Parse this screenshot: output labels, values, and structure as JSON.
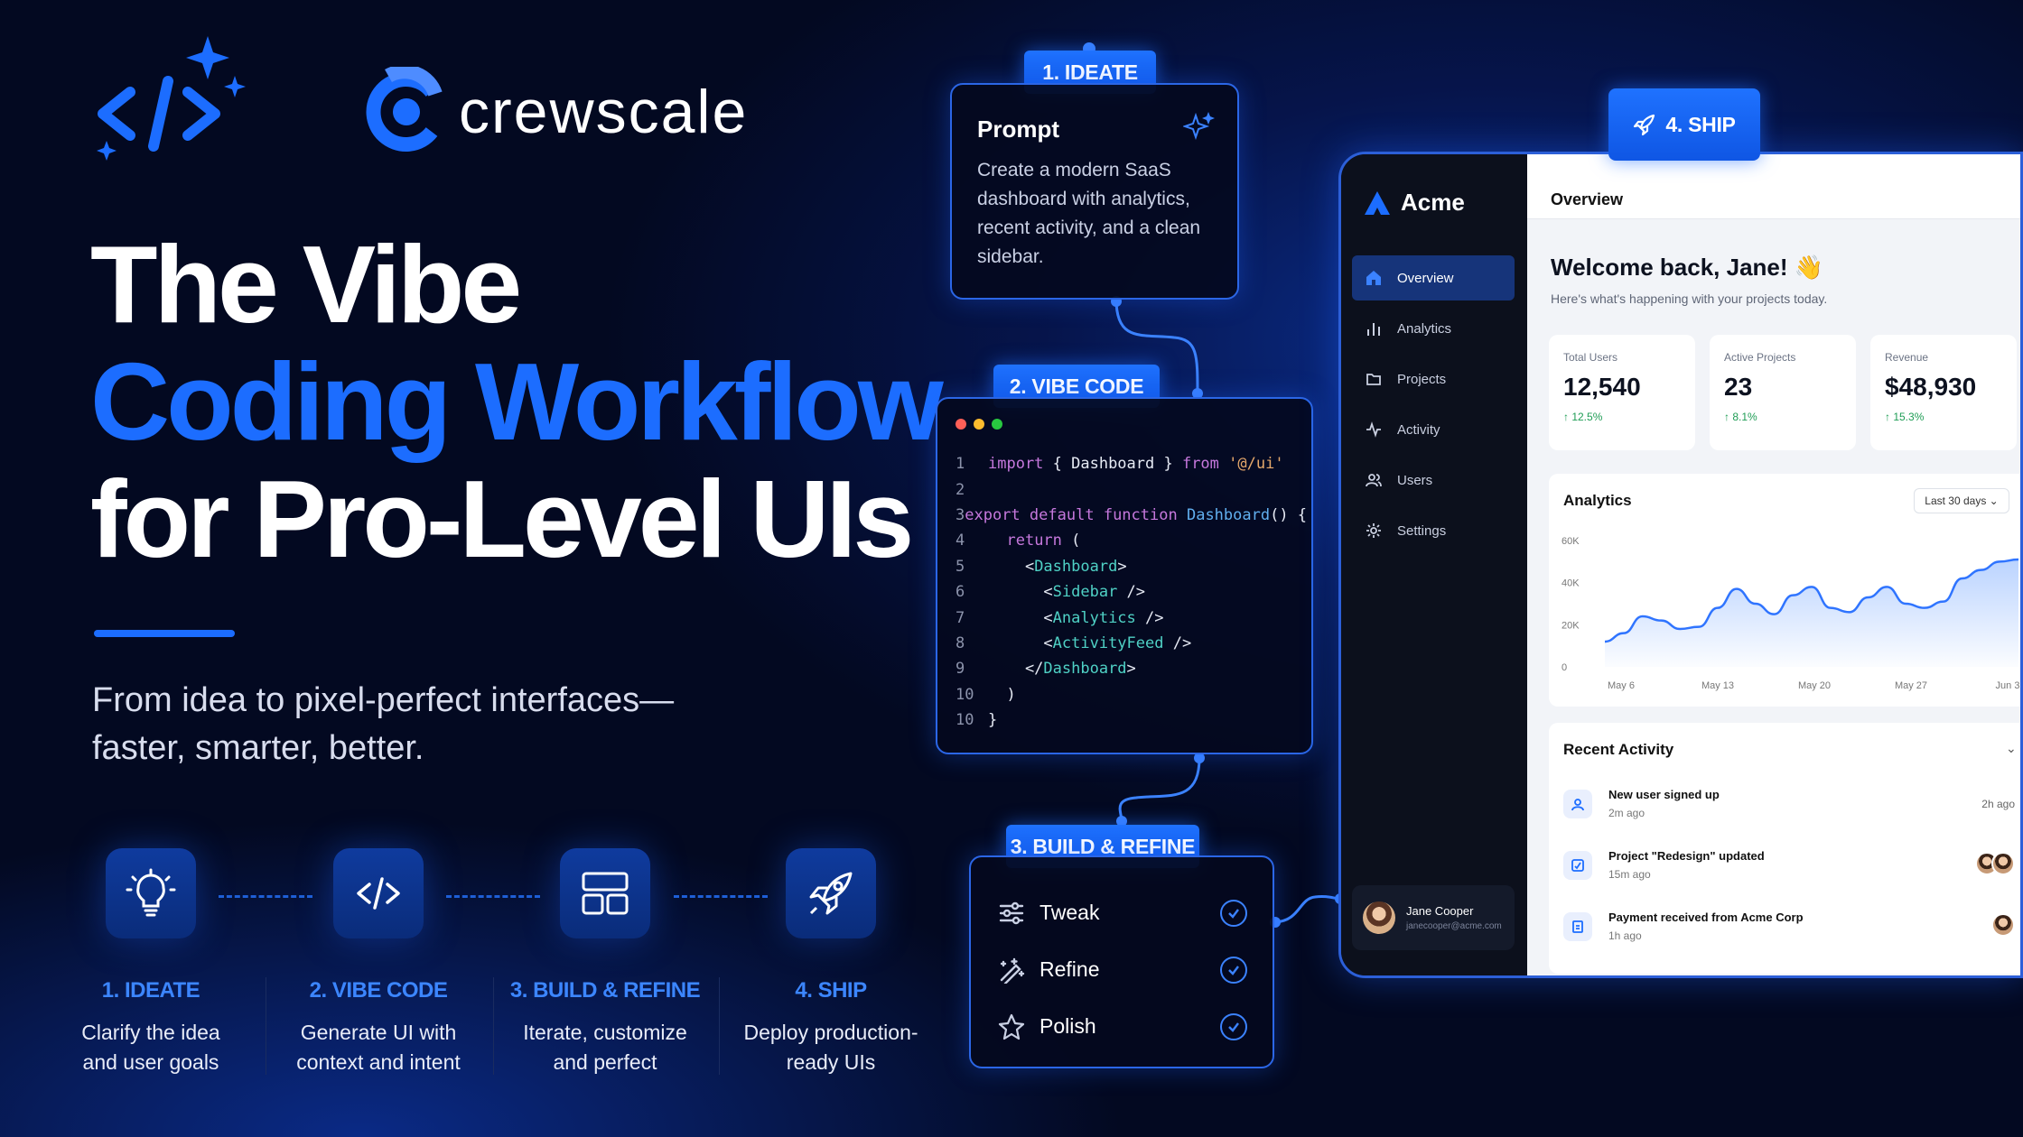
{
  "brand": {
    "name": "crewscale"
  },
  "hero": {
    "line1": "The Vibe",
    "line2": "Coding Workflow",
    "line3": "for Pro-Level UIs",
    "subtitle_line1": "From idea to pixel-perfect interfaces—",
    "subtitle_line2": "faster, smarter, better."
  },
  "steps": [
    {
      "title": "1. IDEATE",
      "desc_line1": "Clarify the idea",
      "desc_line2": "and user goals",
      "icon": "lightbulb-icon"
    },
    {
      "title": "2. VIBE CODE",
      "desc_line1": "Generate UI with",
      "desc_line2": "context and intent",
      "icon": "code-icon"
    },
    {
      "title": "3. BUILD & REFINE",
      "desc_line1": "Iterate, customize",
      "desc_line2": "and perfect",
      "icon": "layout-icon"
    },
    {
      "title": "4. SHIP",
      "desc_line1": "Deploy production-",
      "desc_line2": "ready UIs",
      "icon": "rocket-icon"
    }
  ],
  "workflow": {
    "ideate_label": "1. IDEATE",
    "prompt_title": "Prompt",
    "prompt_text": "Create a modern SaaS dashboard with analytics, recent activity, and a clean sidebar.",
    "vibe_label": "2. VIBE CODE",
    "code_lines": [
      {
        "n": "1",
        "code": "import { Dashboard } from '@/ui'"
      },
      {
        "n": "2",
        "code": ""
      },
      {
        "n": "3",
        "code": "export default function Dashboard() {"
      },
      {
        "n": "4",
        "code": "  return ("
      },
      {
        "n": "5",
        "code": "    <Dashboard>"
      },
      {
        "n": "6",
        "code": "      <Sidebar />"
      },
      {
        "n": "7",
        "code": "      <Analytics />"
      },
      {
        "n": "8",
        "code": "      <ActivityFeed />"
      },
      {
        "n": "9",
        "code": "    </Dashboard>"
      },
      {
        "n": "10",
        "code": "  )"
      },
      {
        "n": "10",
        "code": "}"
      }
    ],
    "build_label": "3. BUILD & REFINE",
    "build_items": [
      "Tweak",
      "Refine",
      "Polish"
    ],
    "ship_label": "4. SHIP"
  },
  "dashboard": {
    "app_name": "Acme",
    "nav": [
      "Overview",
      "Analytics",
      "Projects",
      "Activity",
      "Users",
      "Settings"
    ],
    "user": {
      "name": "Jane Cooper",
      "email": "janecooper@acme.com"
    },
    "header": "Overview",
    "welcome": "Welcome back, Jane! 👋",
    "welcome_sub": "Here's what's happening with your projects today.",
    "stats": [
      {
        "label": "Total Users",
        "value": "12,540",
        "delta": "↑ 12.5%"
      },
      {
        "label": "Active Projects",
        "value": "23",
        "delta": "↑ 8.1%"
      },
      {
        "label": "Revenue",
        "value": "$48,930",
        "delta": "↑ 15.3%"
      }
    ],
    "analytics_title": "Analytics",
    "range": "Last 30 days",
    "recent_title": "Recent Activity",
    "activity": [
      {
        "title": "New user signed up",
        "time": "2m ago",
        "right": "2h ago"
      },
      {
        "title": "Project \"Redesign\" updated",
        "time": "15m ago"
      },
      {
        "title": "Payment received from Acme Corp",
        "time": "1h ago"
      }
    ]
  },
  "chart_data": {
    "type": "area",
    "x_ticks": [
      "May 6",
      "May 13",
      "May 20",
      "May 27",
      "Jun 3"
    ],
    "y_ticks": [
      "60K",
      "40K",
      "20K",
      "0"
    ],
    "ylim": [
      0,
      60000
    ],
    "series": [
      {
        "values": [
          12000,
          16000,
          24000,
          22000,
          18000,
          19000,
          28000,
          37000,
          30000,
          25000,
          34000,
          38000,
          28000,
          26000,
          33000,
          38000,
          30000,
          28000,
          31000,
          42000,
          46000,
          50000,
          51000
        ]
      }
    ]
  },
  "colors": {
    "accent": "#1c6dff",
    "background": "#030921",
    "success": "#1f9d55"
  }
}
